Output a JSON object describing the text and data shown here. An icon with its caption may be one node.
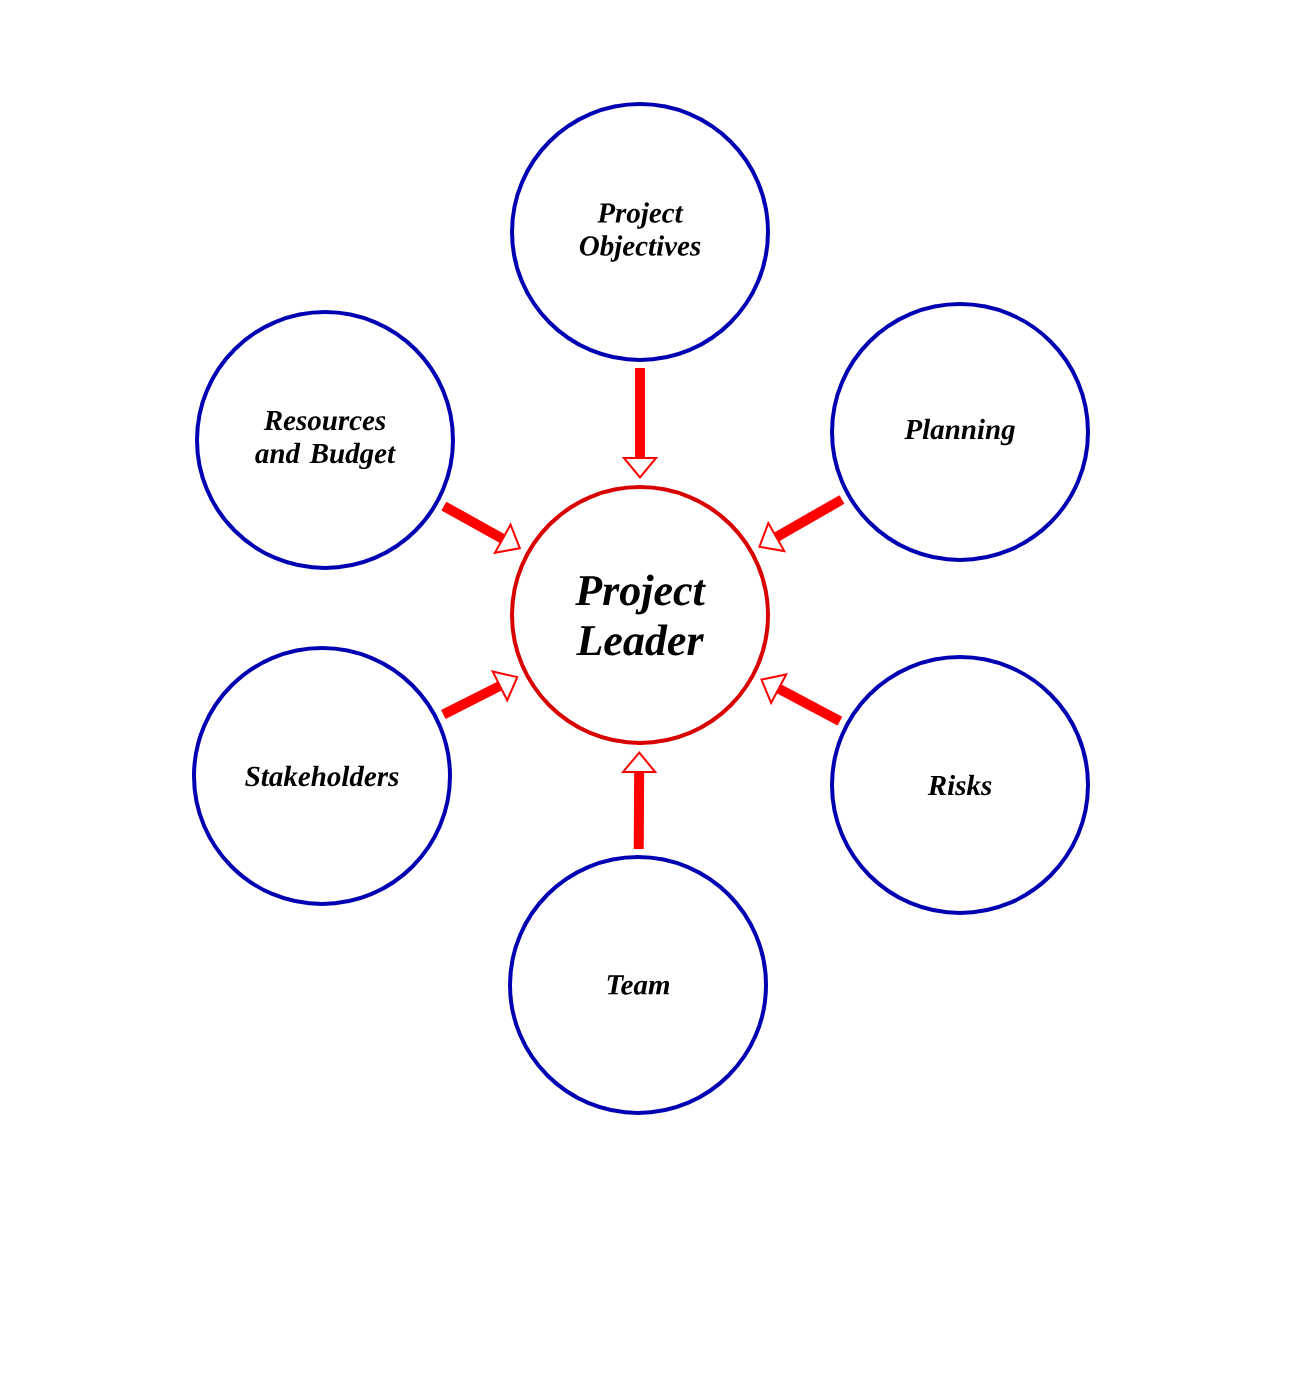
{
  "diagram": {
    "nodes": [
      {
        "text": [
          "Project Leader"
        ]
      },
      {
        "text": [
          "Project Objectives"
        ]
      },
      {
        "text": [
          "Planning"
        ]
      },
      {
        "text": [
          "Risks"
        ]
      },
      {
        "text": [
          "Team"
        ]
      },
      {
        "text": [
          "Stakeholders"
        ]
      },
      {
        "text": [
          "Resources and Budget"
        ]
      }
    ],
    "edges": [
      {
        "from": 1,
        "to": 0,
        "arrow": "to"
      },
      {
        "from": 2,
        "to": 0,
        "arrow": "to"
      },
      {
        "from": 3,
        "to": 0,
        "arrow": "to"
      },
      {
        "from": 4,
        "to": 0,
        "arrow": "to"
      },
      {
        "from": 5,
        "to": 0,
        "arrow": "to"
      },
      {
        "from": 6,
        "to": 0,
        "arrow": "to"
      }
    ]
  }
}
